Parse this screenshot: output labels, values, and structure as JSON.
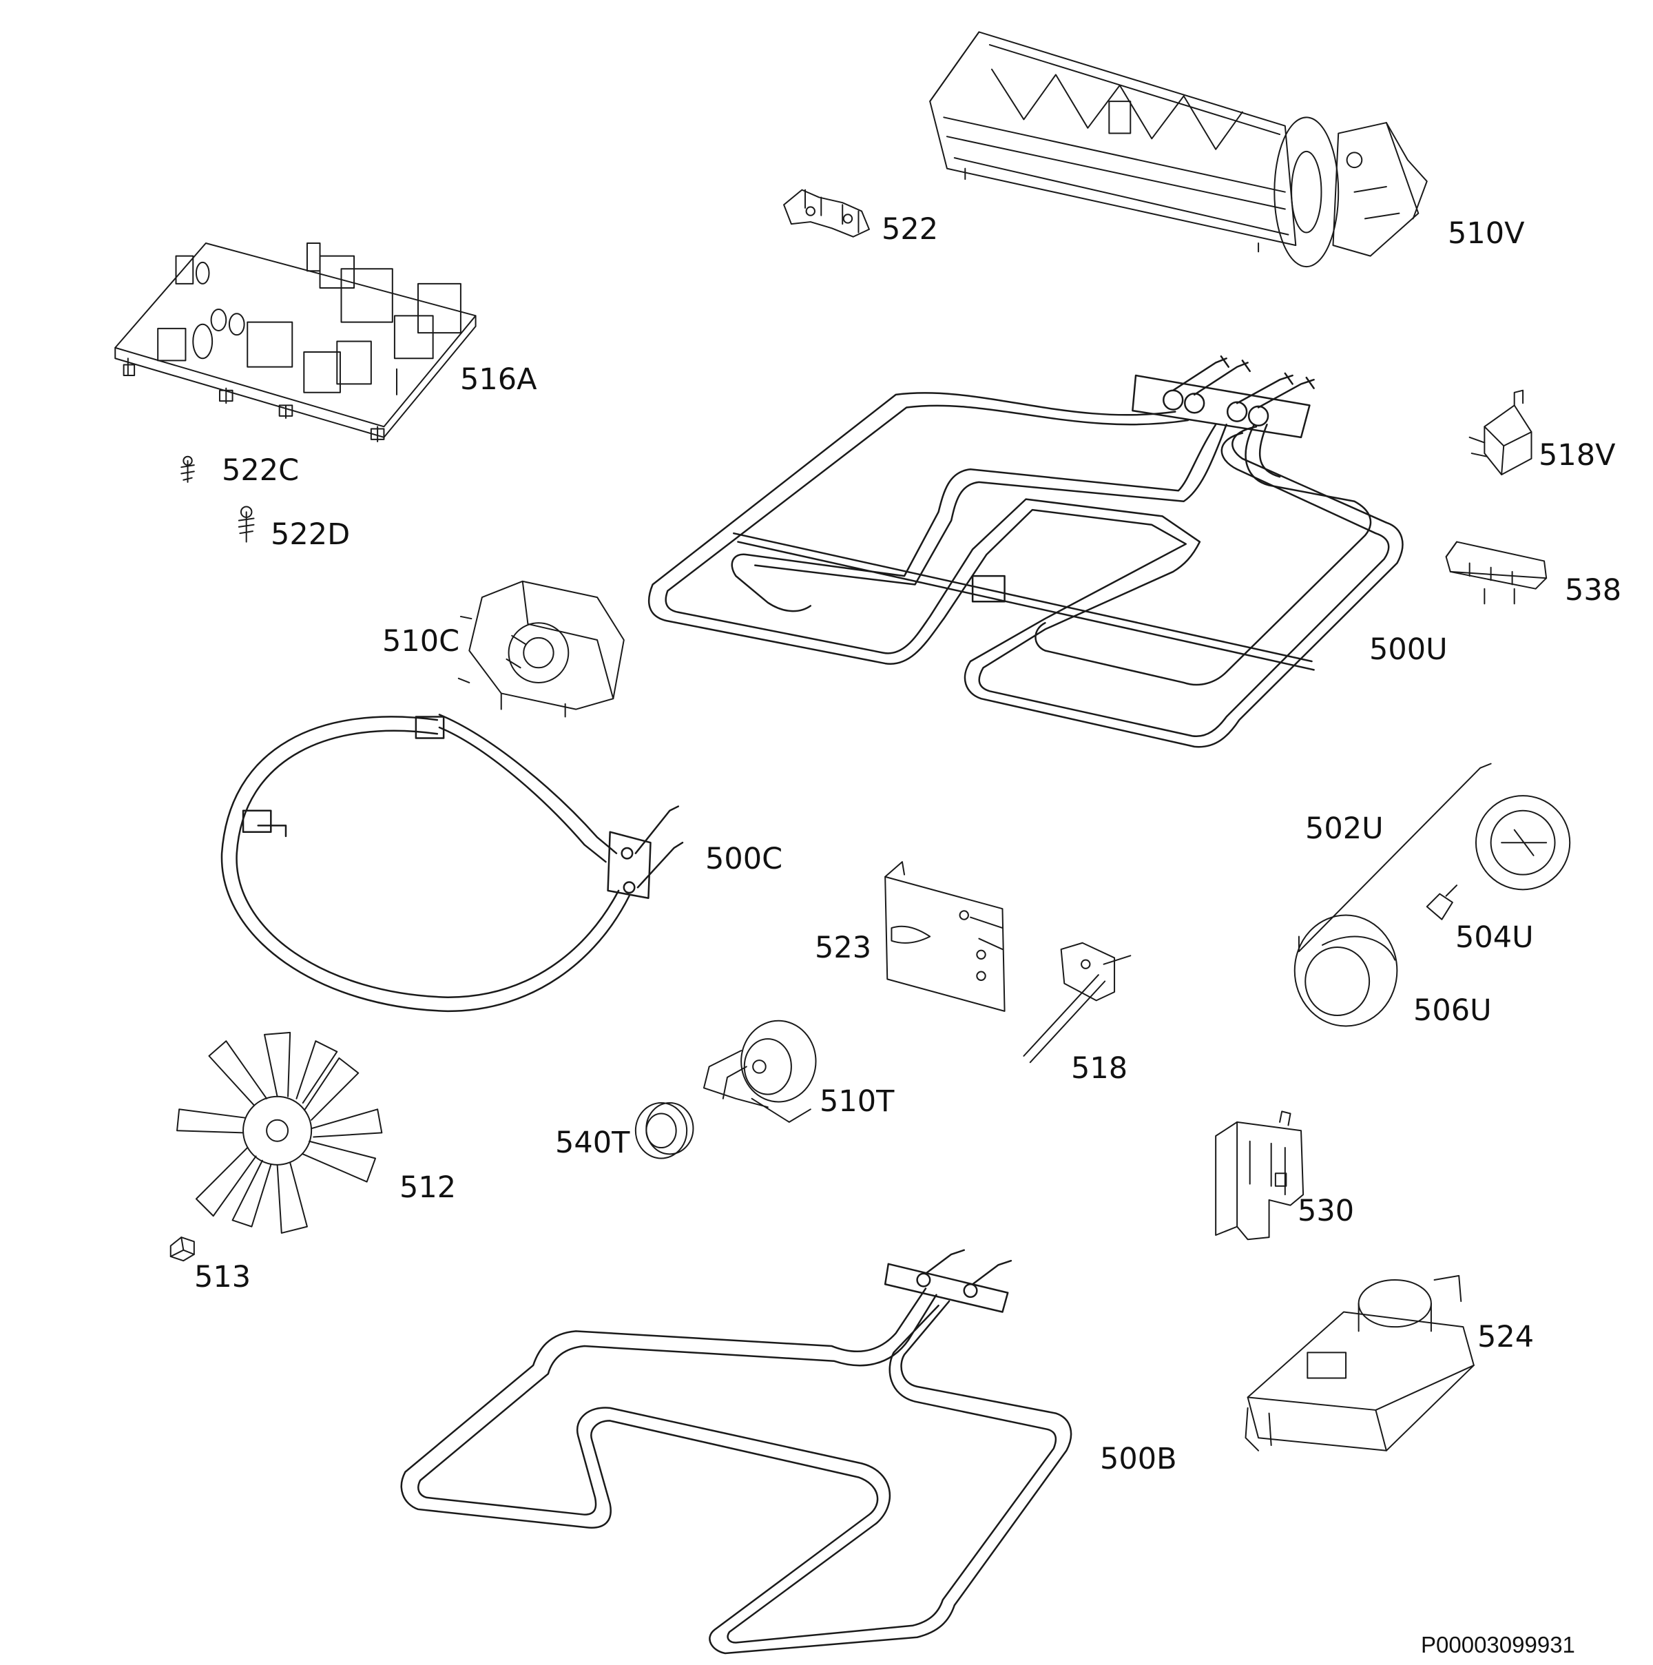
{
  "diagram": {
    "document_id": "P00003099931",
    "parts": [
      {
        "id": "blower",
        "label": "510V"
      },
      {
        "id": "blower_clip",
        "label": "522"
      },
      {
        "id": "pcb",
        "label": "516A"
      },
      {
        "id": "screw_c",
        "label": "522C"
      },
      {
        "id": "screw_d",
        "label": "522D"
      },
      {
        "id": "upper_element",
        "label": "500U"
      },
      {
        "id": "relay",
        "label": "518V"
      },
      {
        "id": "terminal_block",
        "label": "538"
      },
      {
        "id": "fan_motor",
        "label": "510C"
      },
      {
        "id": "circular_element",
        "label": "500C"
      },
      {
        "id": "knob_group",
        "label": "502U"
      },
      {
        "id": "bezel",
        "label": "504U"
      },
      {
        "id": "knob",
        "label": "506U"
      },
      {
        "id": "bracket",
        "label": "523"
      },
      {
        "id": "probe",
        "label": "518"
      },
      {
        "id": "turnspit_motor",
        "label": "510T"
      },
      {
        "id": "bushing",
        "label": "540T"
      },
      {
        "id": "fan_blade",
        "label": "512"
      },
      {
        "id": "nut",
        "label": "513"
      },
      {
        "id": "switch",
        "label": "530"
      },
      {
        "id": "timer",
        "label": "524"
      },
      {
        "id": "bottom_element",
        "label": "500B"
      }
    ]
  }
}
